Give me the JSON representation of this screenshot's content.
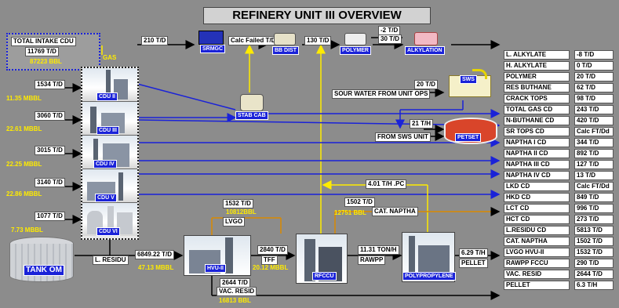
{
  "title": "REFINERY UNIT III OVERVIEW",
  "intake": {
    "label": "TOTAL INTAKE CDU",
    "td": "11769 T/D",
    "bbl": "87223 BBL"
  },
  "gas_label": "GAS",
  "flow_srmgc": "210 T/D",
  "calc_failed": "Calc Failed T/D",
  "flow_130": "130 T/D",
  "flow_neg2": "-2 T/D",
  "flow_30": "30 T/D",
  "units": {
    "srmgc": "SRMGC",
    "bbdist": "BB DIST",
    "polymer": "POLYMER",
    "alkylation": "ALKYLATION",
    "stabcab": "STAB CAB",
    "sws": "SWS",
    "petset": "PETSET",
    "cdu2": "CDU II",
    "cdu3": "CDU III",
    "cdu4": "CDU IV",
    "cdu5": "CDU V",
    "cdu6": "CDU VI",
    "hvu": "HVU-II",
    "rfccu": "RFCCU",
    "polypropylene": "POLYPROPYLENE",
    "tank": "TANK OM"
  },
  "sour_water": "SOUR WATER FROM UNIT OPS",
  "sws_flow": "20 T/D",
  "petset_flow": "21 T/H",
  "from_sws": "FROM SWS UNIT",
  "cdu_inputs": [
    {
      "td": "1534 T/D",
      "bbl": "11.35  MBBL"
    },
    {
      "td": "3060 T/D",
      "bbl": "22.61  MBBL"
    },
    {
      "td": "3015 T/D",
      "bbl": "22.25  MBBL"
    },
    {
      "td": "3140 T/D",
      "bbl": "22.86  MBBL"
    },
    {
      "td": "1077 T/D",
      "bbl": "7.73  MBBL"
    }
  ],
  "pc_flow": "4.01 T/H .PC",
  "lvgo": {
    "td": "1532 T/D",
    "bbl": "10812BBL",
    "label": "LVGO"
  },
  "cat_naptha": {
    "td": "1502 T/D",
    "bbl": "12751  BBL",
    "label": "CAT. NAPTHA"
  },
  "l_residu": "L. RESIDU",
  "hvu_feed": {
    "td": "6849.22 T/D",
    "bbl": "47.13  MBBL"
  },
  "tff": {
    "td": "2840 T/D",
    "label": "TFF",
    "bbl": "20.12  MBBL"
  },
  "rawpp": {
    "td": "11.31 TON/H",
    "label": "RAWPP"
  },
  "pellet": {
    "td": "6.29 T/H",
    "label": "PELLET"
  },
  "vac_resid": {
    "td": "2644 T/D",
    "label": "VAC. RESID",
    "bbl": "16813  BBL"
  },
  "products": [
    {
      "name": "L. ALKYLATE",
      "value": "-8 T/D"
    },
    {
      "name": "H. ALKYLATE",
      "value": "0 T/D"
    },
    {
      "name": "POLYMER",
      "value": "20 T/D"
    },
    {
      "name": "RES BUTHANE",
      "value": "62 T/D"
    },
    {
      "name": "CRACK TOPS",
      "value": "98 T/D"
    },
    {
      "name": "TOTAL GAS CD",
      "value": "243   T/D"
    },
    {
      "name": "N-BUTHANE CD",
      "value": "420   T/D"
    },
    {
      "name": "SR TOPS CD",
      "value": "Calc FT/Dd"
    },
    {
      "name": "NAPTHA I CD",
      "value": "344   T/D"
    },
    {
      "name": "NAPTHA II CD",
      "value": "892   T/D"
    },
    {
      "name": "NAPTHA III CD",
      "value": "127   T/D"
    },
    {
      "name": "NAPTHA IV CD",
      "value": "13    T/D"
    },
    {
      "name": "LKD CD",
      "value": "Calc FT/Dd"
    },
    {
      "name": "HKD CD",
      "value": "849   T/D"
    },
    {
      "name": "LCT CD",
      "value": "996   T/D"
    },
    {
      "name": "HCT CD",
      "value": "273   T/D"
    },
    {
      "name": "L.RESIDU CD",
      "value": "5813 T/D"
    },
    {
      "name": "CAT. NAPTHA",
      "value": "1502 T/D"
    },
    {
      "name": "LVGO HVU-II",
      "value": "1532 T/D"
    },
    {
      "name": "RAWPP FCCU",
      "value": "290 T/D"
    },
    {
      "name": "VAC. RESID",
      "value": "2644 T/D"
    },
    {
      "name": "PELLET",
      "value": "6.3 T/H"
    }
  ],
  "colors": {
    "background": "#8c8c8c",
    "yellow": "#ffeb00",
    "blue": "#1a22d8",
    "orange": "#d98a00",
    "black": "#000000"
  }
}
